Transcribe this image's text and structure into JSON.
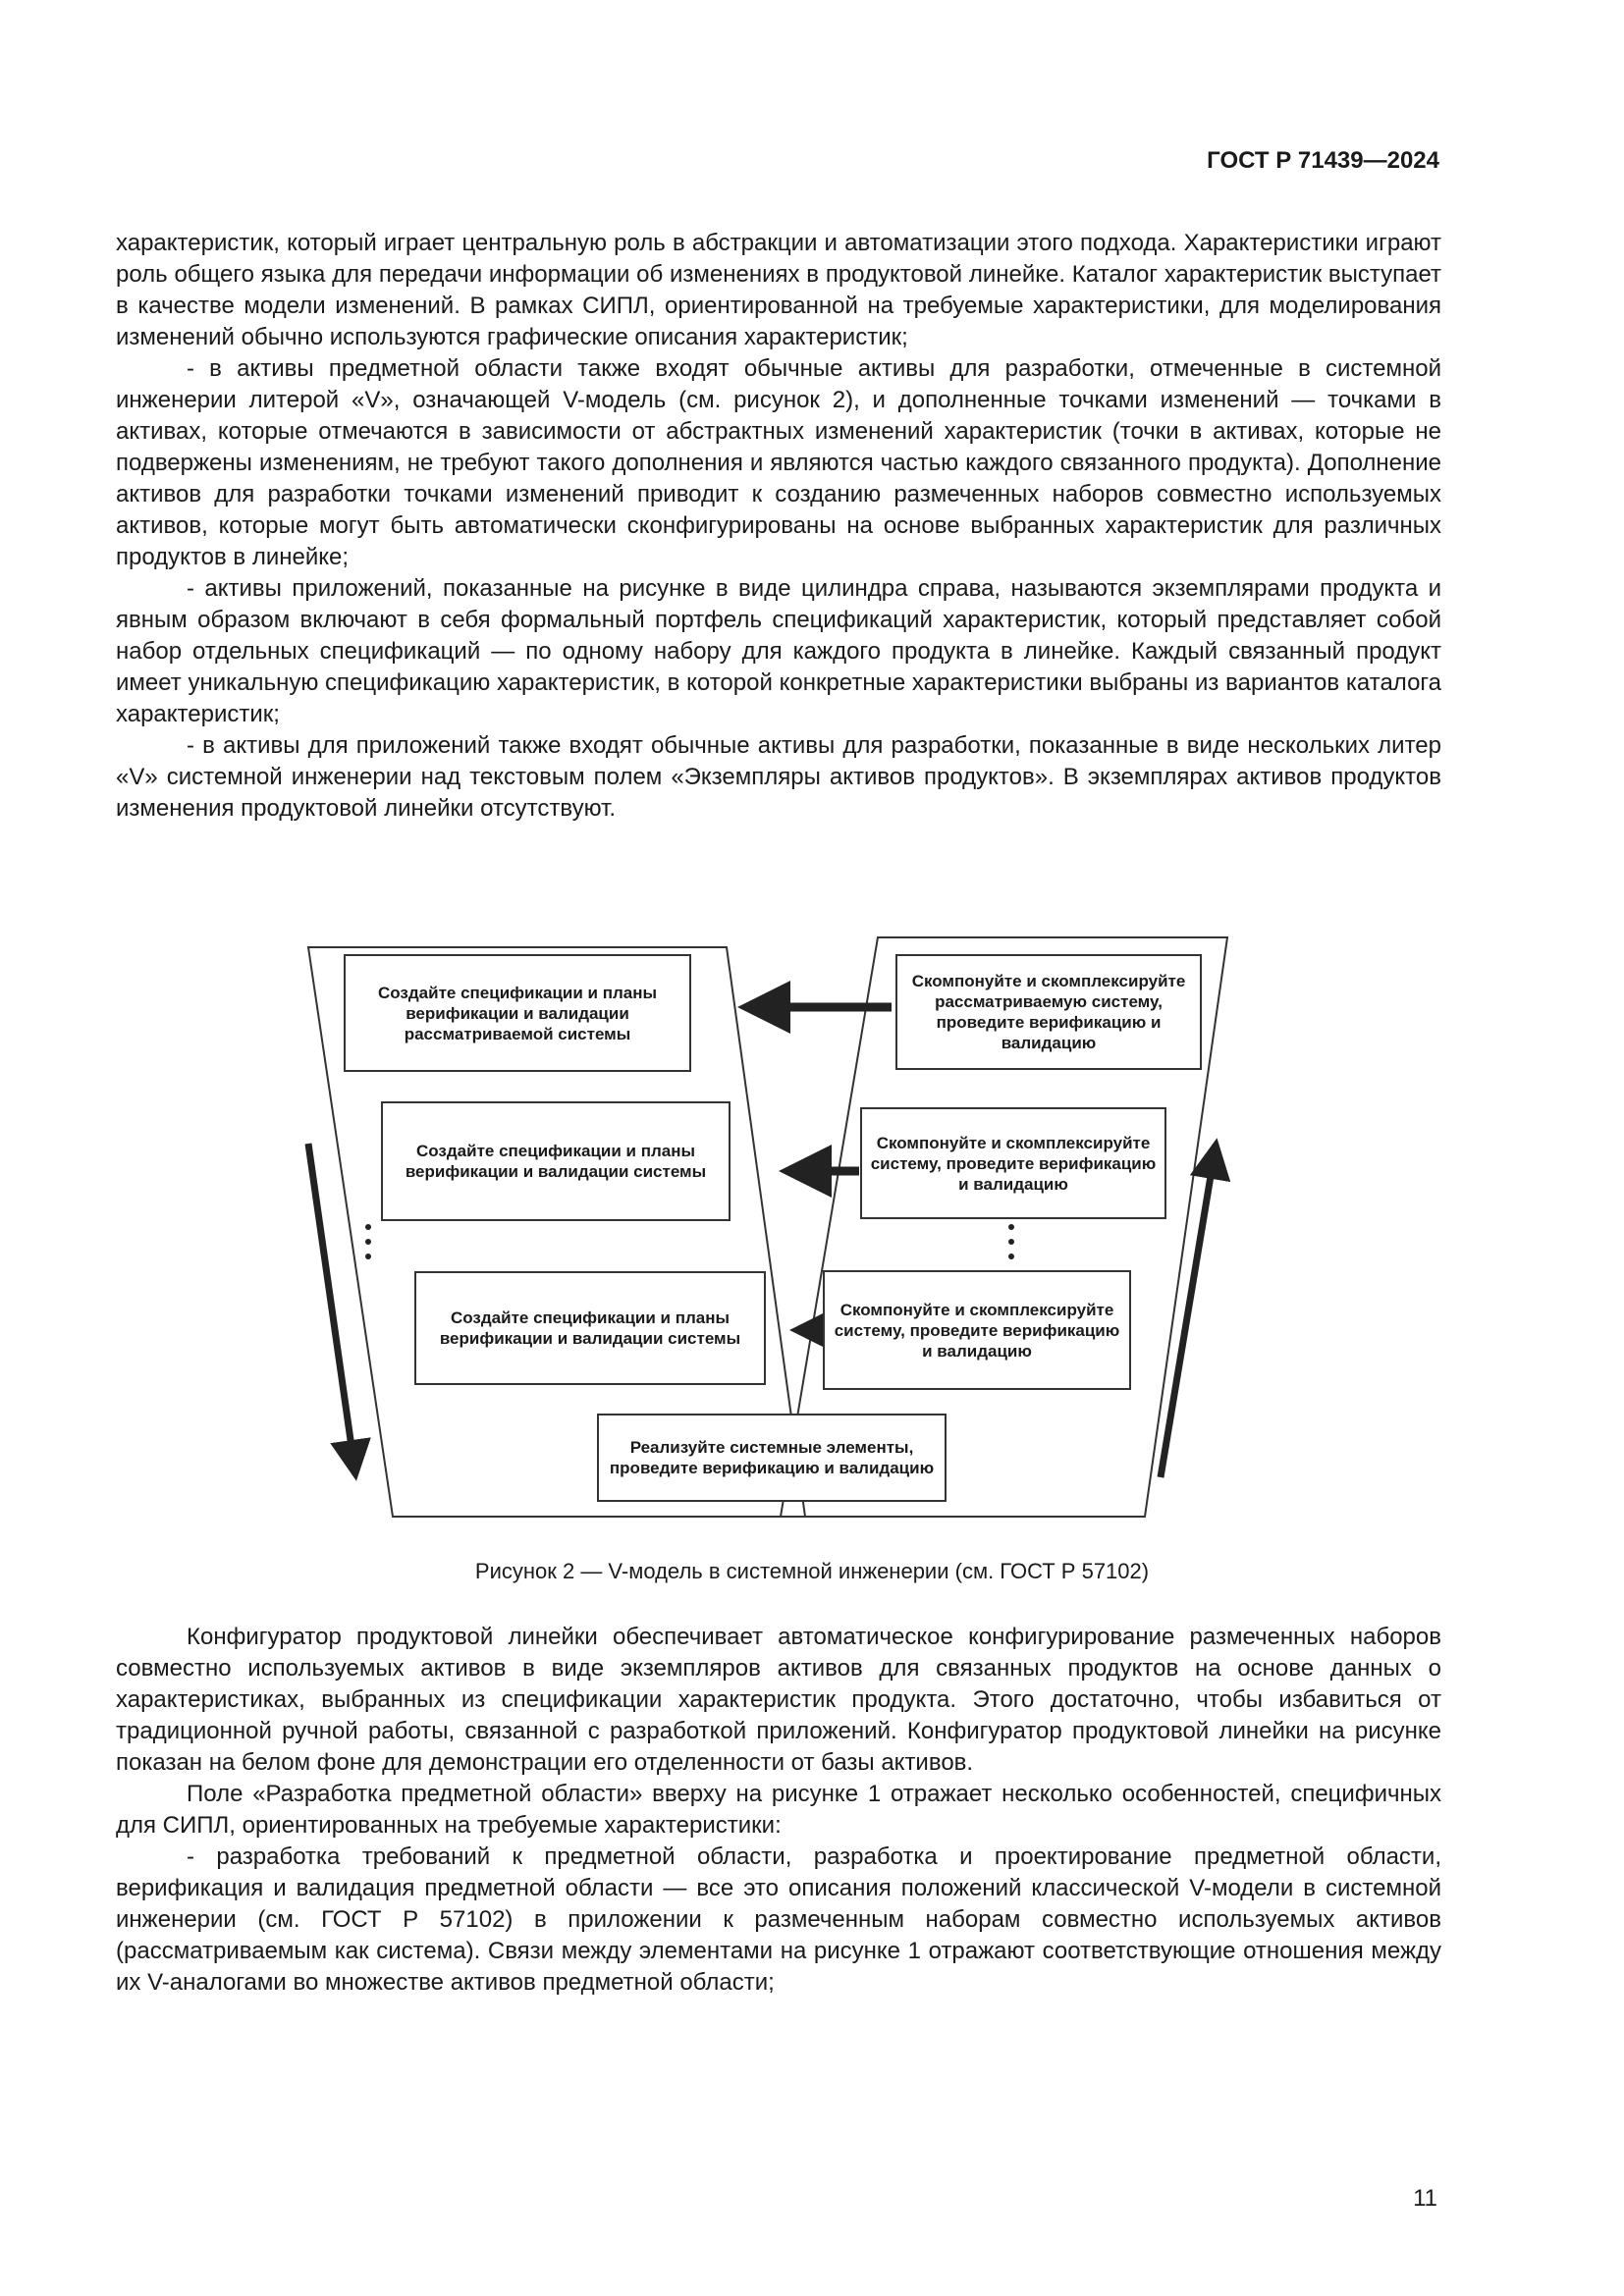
{
  "header": {
    "doc_id": "ГОСТ Р 71439—2024"
  },
  "body_top": [
    "характеристик, который играет центральную роль в абстракции и автоматизации этого подхода. Характеристики играют роль общего языка для передачи информации об изменениях в продуктовой линейке. Каталог характеристик выступает в качестве модели изменений. В рамках СИПЛ, ориентированной на требуемые характеристики, для моделирования изменений обычно используются графические описания характеристик;",
    "- в активы предметной области также входят обычные активы для разработки, отмеченные в системной инженерии литерой «V», означающей V-модель (см. рисунок 2), и дополненные точками изменений — точками в активах, которые отмечаются в зависимости от абстрактных изменений характеристик (точки в активах, которые не подвержены изменениям, не требуют такого дополнения и являются частью каждого связанного продукта). Дополнение активов для разработки точками изменений приводит к созданию размеченных наборов совместно используемых активов, которые могут быть автоматически сконфигурированы на основе выбранных характеристик для различных продуктов в линейке;",
    "- активы приложений, показанные на рисунке в виде цилиндра справа, называются экземплярами продукта и явным образом включают в себя формальный портфель спецификаций характеристик, который представляет собой набор отдельных спецификаций — по одному набору для каждого продукта в линейке. Каждый связанный продукт имеет уникальную спецификацию характеристик, в которой конкретные характеристики выбраны из вариантов каталога характеристик;",
    "- в активы для приложений также входят обычные активы для разработки, показанные в виде нескольких литер «V» системной инженерии над текстовым полем «Экземпляры активов продуктов». В экземплярах активов продуктов изменения продуктовой линейки отсутствуют."
  ],
  "figure": {
    "left_boxes": [
      "Создайте спецификации и планы верификации и валидации рассматриваемой системы",
      "Создайте спецификации и планы верификации и валидации системы",
      "Создайте спецификации и планы верификации и валидации системы"
    ],
    "right_boxes": [
      "Скомпонуйте и скомплексируйте рассматриваемую систему, проведите верификацию и валидацию",
      "Скомпонуйте и скомплексируйте систему, проведите верификацию и валидацию",
      "Скомпонуйте и скомплексируйте систему, проведите верификацию и валидацию"
    ],
    "bottom_box": "Реализуйте системные элементы, проведите верификацию и валидацию",
    "caption": "Рисунок 2 — V-модель в системной инженерии (см. ГОСТ Р 57102)"
  },
  "body_bottom": [
    "Конфигуратор продуктовой линейки обеспечивает автоматическое конфигурирование размеченных наборов совместно используемых активов в виде экземпляров активов для связанных продуктов на основе данных о характеристиках, выбранных из спецификации характеристик продукта. Этого достаточно, чтобы избавиться от традиционной ручной работы, связанной с разработкой приложений. Конфигуратор продуктовой линейки на рисунке показан на белом фоне для демонстрации его отделенности от базы активов.",
    "Поле «Разработка предметной области» вверху на рисунке 1 отражает несколько особенностей, специфичных для СИПЛ, ориентированных на требуемые характеристики:",
    "- разработка требований к предметной области, разработка и проектирование предметной области, верификация и валидация предметной области — все это описания положений классической V-модели в системной инженерии (см. ГОСТ Р 57102) в приложении к размеченным наборам совместно используемых активов (рассматриваемым как система). Связи между элементами на рисунке 1 отражают соответствующие отношения между их V-аналогами во множестве активов предметной области;"
  ],
  "page_number": "11"
}
